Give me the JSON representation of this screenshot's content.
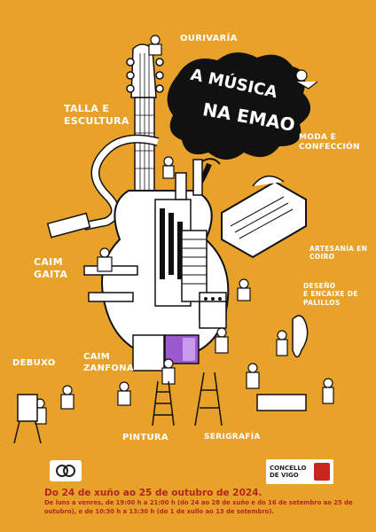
{
  "poster": {
    "labels": {
      "ourivaria": "OURIVARÍA",
      "talla": "TALLA E\nESCULTURA",
      "moda": "MODA E\nCONFECCIÓN",
      "artesania": "ARTESANÍA EN\nCOIRO",
      "caim_gaita": "CAIM\nGAITA",
      "desenho": "DESEÑO\nE ENCAIXE DE\nPALILLOS",
      "debuxo": "DEBUXO",
      "caim_zanfona": "CAIM\nZANFONA",
      "pintura": "PINTURA",
      "serigrafia": "SERIGRAFÍA"
    },
    "cloud_title": {
      "line1": "A MÚSICA",
      "line2": "NA EMAO"
    },
    "footer": {
      "date": "Do 24 de xuño ao 25 de outubro de 2024.",
      "hours": "De luns a venres, de 19:00 h a 21:00 h (do 24 ao 28 de xuño e do 16 de setembro ao 25 de outubro), e de 10:30 h a 13:30 h (do 1 de xullo ao 13 de setembro)."
    },
    "logos": {
      "concello": "CONCELLO\nDE VIGO"
    }
  },
  "colors": {
    "background": "#e8a22a",
    "footer_text": "#b3241e",
    "ink": "#111111",
    "accent_purple": "#9b59d0"
  },
  "icons": [
    "emao-logo-icon",
    "concello-seal-icon",
    "guitar-machine-illustration",
    "cloud-icon"
  ]
}
